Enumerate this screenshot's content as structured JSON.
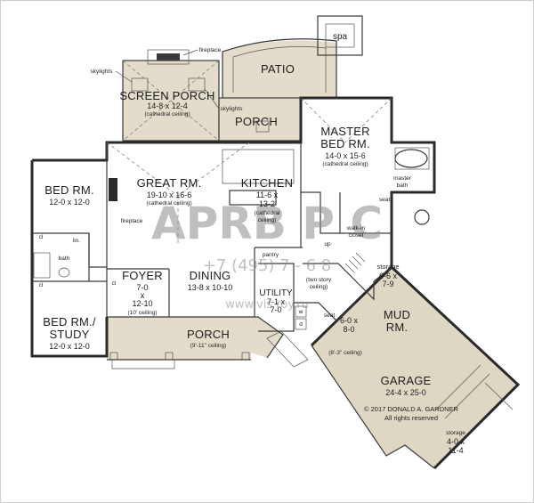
{
  "rooms": {
    "spa": "spa",
    "patio": "PATIO",
    "screen_porch": {
      "name": "SCREEN PORCH",
      "dims": "14-8 x 12-4",
      "note": "(cathedral ceiling)"
    },
    "rear_porch": {
      "name": "PORCH"
    },
    "master": {
      "name": "MASTER",
      "name2": "BED RM.",
      "dims": "14-0 x 15-6",
      "note": "(cathedral ceiling)"
    },
    "master_bath": {
      "line1": "master",
      "line2": "bath"
    },
    "bed": {
      "name": "BED RM.",
      "dims": "12-0 x 12-0"
    },
    "bed_study": {
      "name": "BED RM./",
      "name2": "STUDY",
      "dims": "12-0 x 12-0"
    },
    "great": {
      "name": "GREAT RM.",
      "dims": "19-10 x 16-6",
      "note": "(cathedral ceiling)"
    },
    "kitchen": {
      "name": "KITCHEN",
      "dims": "11-6 x",
      "dims2": "13-2",
      "note": "(cathedral",
      "note2": "ceiling)"
    },
    "foyer": {
      "name": "FOYER",
      "d1": "7-0",
      "d2": "x",
      "d3": "12-10",
      "note": "(10' ceiling)"
    },
    "dining": {
      "name": "DINING",
      "dims": "13-8 x 10-10"
    },
    "utility": {
      "name": "UTILITY",
      "d1": "7-1 x",
      "d2": "7-0"
    },
    "mud": {
      "name": "MUD",
      "name2": "RM."
    },
    "front_porch": {
      "name": "PORCH",
      "note": "(9'-11\" ceiling)"
    },
    "garage": {
      "name": "GARAGE",
      "dims": "24-4 x 25-0",
      "note": "(8'-3\" ceiling)"
    },
    "storage_a": {
      "name": "storage",
      "dims": "6-6 x",
      "dims2": "7-9"
    },
    "storage_b": {
      "name": "storage",
      "dims": "4-0 x",
      "dims2": "11-4"
    },
    "mud_seat": {
      "dims": "6-0 x",
      "dims2": "8-0"
    }
  },
  "labels": {
    "fireplace_top": "fireplace",
    "skylights_left": "skylights",
    "skylights_right": "skylights",
    "fireplace_great": "fireplace",
    "walk_in": "walk-in",
    "closet": "closet",
    "pantry": "pantry",
    "two_story": "(two story",
    "two_story2": "ceiling)",
    "seat": "seat",
    "seat2": "seat",
    "linen": "lin.",
    "cl": "cl",
    "bath": "bath",
    "up": "up",
    "w": "w",
    "d": "d"
  },
  "copyright": {
    "line1": "© 2017  DONALD  A.  GARDNER",
    "line2": "All rights reserved"
  },
  "watermark": {
    "text": "APRB  P  C",
    "phone": "+7 (495) 7  -  6  8",
    "site": "www.vis  roy.ru"
  }
}
